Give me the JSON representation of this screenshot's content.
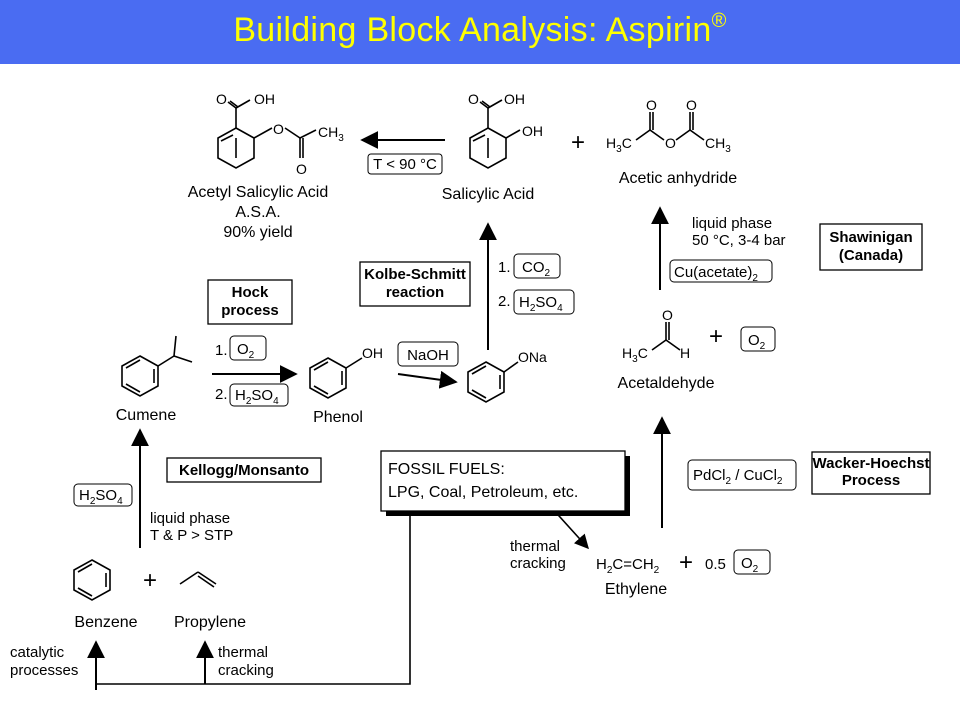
{
  "title": {
    "text": "Building Block Analysis: Aspirin",
    "mark": "®"
  },
  "compounds": {
    "asa": {
      "name": "Acetyl Salicylic Acid",
      "abbr": "A.S.A.",
      "yield": "90% yield"
    },
    "salicylic": {
      "name": "Salicylic Acid"
    },
    "anhydride": {
      "name": "Acetic anhydride"
    },
    "acetaldehyde": {
      "name": "Acetaldehyde"
    },
    "cumene": {
      "name": "Cumene"
    },
    "phenol": {
      "name": "Phenol"
    },
    "ethylene": {
      "name": "Ethylene",
      "formula_a": "H",
      "formula_b": "C=CH",
      "sub": "2"
    },
    "benzene": {
      "name": "Benzene"
    },
    "propylene": {
      "name": "Propylene"
    }
  },
  "atoms": {
    "oh": "OH",
    "o": "O",
    "ch3": "CH",
    "h3c": "H",
    "c": "C",
    "h": "H",
    "ona": "ONa",
    "three": "3",
    "two": "2"
  },
  "conditions": {
    "asa_step": "T < 90 °C",
    "anhydride_step_line1": "liquid phase",
    "anhydride_step_line2": "50 °C, 3-4 bar",
    "cu_reagent": "Cu(acetate)",
    "cu_sub": "2",
    "hock_step1_num": "1.",
    "hock_step2_num": "2.",
    "o2": "O",
    "h2so4_a": "H",
    "h2so4_b": "SO",
    "h2so4_sub1": "2",
    "h2so4_sub2": "4",
    "naoh": "NaOH",
    "co2": "CO",
    "pd_reagent": "PdCl",
    "cu_reagent2": " / CuCl",
    "liquid_line1": "liquid phase",
    "liquid_line2": "T & P > STP",
    "thermal_line1": "thermal",
    "thermal_line2": "cracking",
    "coeff": "0.5",
    "catalytic_line1": "catalytic",
    "catalytic_line2": "processes"
  },
  "boxes": {
    "hock": [
      "Hock",
      "process"
    ],
    "kolbe": [
      "Kolbe-Schmitt",
      "reaction"
    ],
    "shawinigan": [
      "Shawinigan",
      "(Canada)"
    ],
    "kellogg": "Kellogg/Monsanto",
    "wacker": [
      "Wacker-Hoechst",
      "Process"
    ],
    "fossil": [
      "FOSSIL FUELS:",
      "LPG, Coal, Petroleum, etc."
    ]
  },
  "plus": "+",
  "colors": {
    "title_bg": "#4a6cf2",
    "title_fg": "#ffff00"
  }
}
